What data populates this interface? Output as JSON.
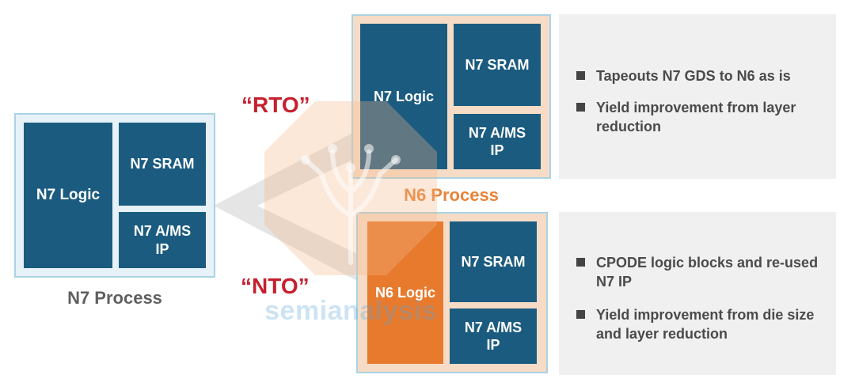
{
  "n7": {
    "logic": "N7 Logic",
    "sram": "N7 SRAM",
    "ams_line1": "N7 A/MS",
    "ams_line2": "IP",
    "caption": "N7 Process"
  },
  "rto": {
    "tag": "“RTO”",
    "logic": "N7 Logic",
    "sram": "N7 SRAM",
    "ams_line1": "N7 A/MS",
    "ams_line2": "IP",
    "caption": "N6 Process",
    "bullets": [
      "Tapeouts N7 GDS to N6 as is",
      "Yield improvement from layer reduction"
    ]
  },
  "nto": {
    "tag": "“NTO”",
    "logic": "N6 Logic",
    "sram": "N7 SRAM",
    "ams_line1": "N7 A/MS",
    "ams_line2": "IP",
    "bullets": [
      "CPODE logic blocks and re-used N7 IP",
      "Yield improvement from die size and layer reduction"
    ]
  },
  "watermark": {
    "text": "semianalysis",
    "logo_icon": "circuit-tree-logo-icon"
  },
  "colors": {
    "block_blue": "#1c5b80",
    "logic_orange": "#e87a2e",
    "frame_blue": "#a9d3e4",
    "frame_fill": "#e6f2f8",
    "frame_peach": "#f6dcc6",
    "tag_red": "#c6202f",
    "n6_caption": "#e8843a",
    "n7_caption": "#5f5f5f",
    "panel_gray": "#f0f0f0"
  }
}
